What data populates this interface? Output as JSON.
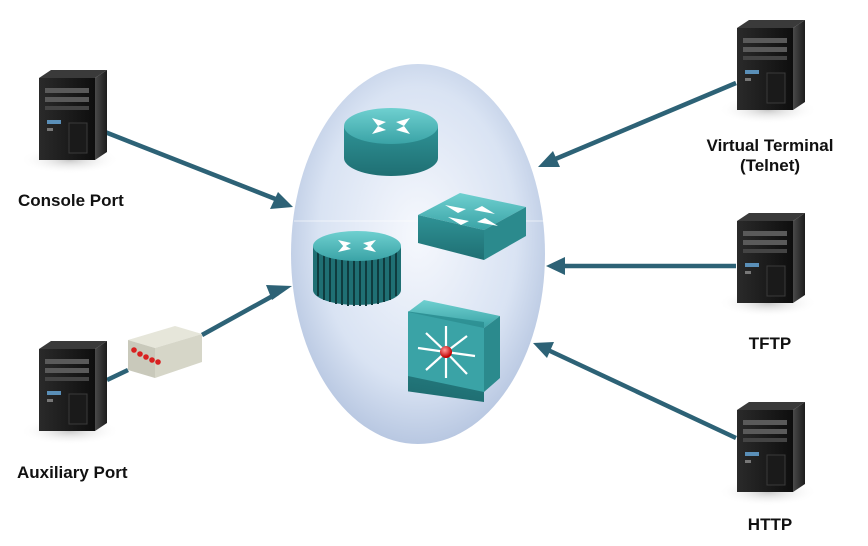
{
  "diagram": {
    "connection_color": "#2d6276",
    "ellipse_color": "#cdd9ee",
    "device_color": "#3ea6a8",
    "computers": {
      "console": {
        "label": "Console Port",
        "icon": "pc-tower-icon"
      },
      "auxiliary": {
        "label": "Auxiliary Port",
        "icon": "pc-tower-icon"
      },
      "vty": {
        "label_line1": "Virtual Terminal",
        "label_line2": "(Telnet)",
        "icon": "pc-tower-icon"
      },
      "tftp": {
        "label": "TFTP",
        "icon": "pc-tower-icon"
      },
      "http": {
        "label": "HTTP",
        "icon": "pc-tower-icon"
      }
    },
    "devices": [
      {
        "name": "router",
        "icon": "router-icon"
      },
      {
        "name": "workgroup switch",
        "icon": "switch-icon"
      },
      {
        "name": "router",
        "icon": "router-icon"
      },
      {
        "name": "multilayer switch",
        "icon": "multilayer-switch-icon"
      }
    ],
    "modem": {
      "icon": "modem-icon"
    }
  }
}
